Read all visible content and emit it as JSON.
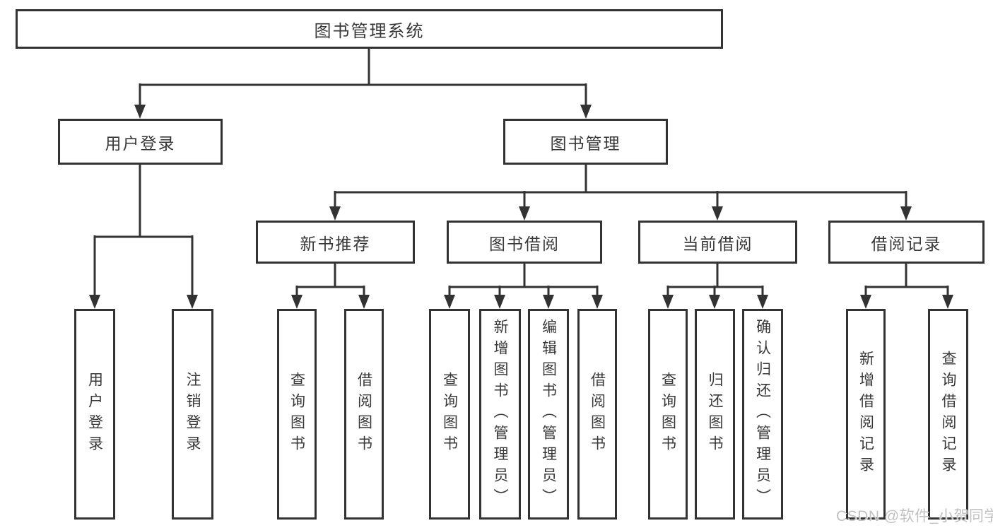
{
  "title": "图书管理系统",
  "colors": {
    "line": "#333333",
    "text": "#383838",
    "background": "#ffffff",
    "watermark": "#c2c2c2"
  },
  "watermark": {
    "text": "CSDN @软件_小贺同学"
  },
  "nodes": {
    "root": {
      "label": "图书管理系统"
    },
    "user_login": {
      "label": "用户登录"
    },
    "book_mgmt": {
      "label": "图书管理"
    },
    "new_book_rec": {
      "label": "新书推荐"
    },
    "book_borrow": {
      "label": "图书借阅"
    },
    "current_borrow": {
      "label": "当前借阅"
    },
    "borrow_record": {
      "label": "借阅记录"
    },
    "leaf_user_login": {
      "label": "用户登录"
    },
    "leaf_logout": {
      "label": "注销登录"
    },
    "leaf_nbr_query": {
      "label": "查询图书"
    },
    "leaf_nbr_borrow": {
      "label": "借阅图书"
    },
    "leaf_bb_query": {
      "label": "查询图书"
    },
    "leaf_bb_add": {
      "label": "新增图书（管理员）"
    },
    "leaf_bb_edit": {
      "label": "编辑图书（管理员）"
    },
    "leaf_bb_borrow": {
      "label": "借阅图书"
    },
    "leaf_cb_query": {
      "label": "查询图书"
    },
    "leaf_cb_return": {
      "label": "归还图书"
    },
    "leaf_cb_confirm": {
      "label": "确认归还（管理员）"
    },
    "leaf_br_add": {
      "label": "新增借阅记录"
    },
    "leaf_br_query": {
      "label": "查询借阅记录"
    }
  }
}
